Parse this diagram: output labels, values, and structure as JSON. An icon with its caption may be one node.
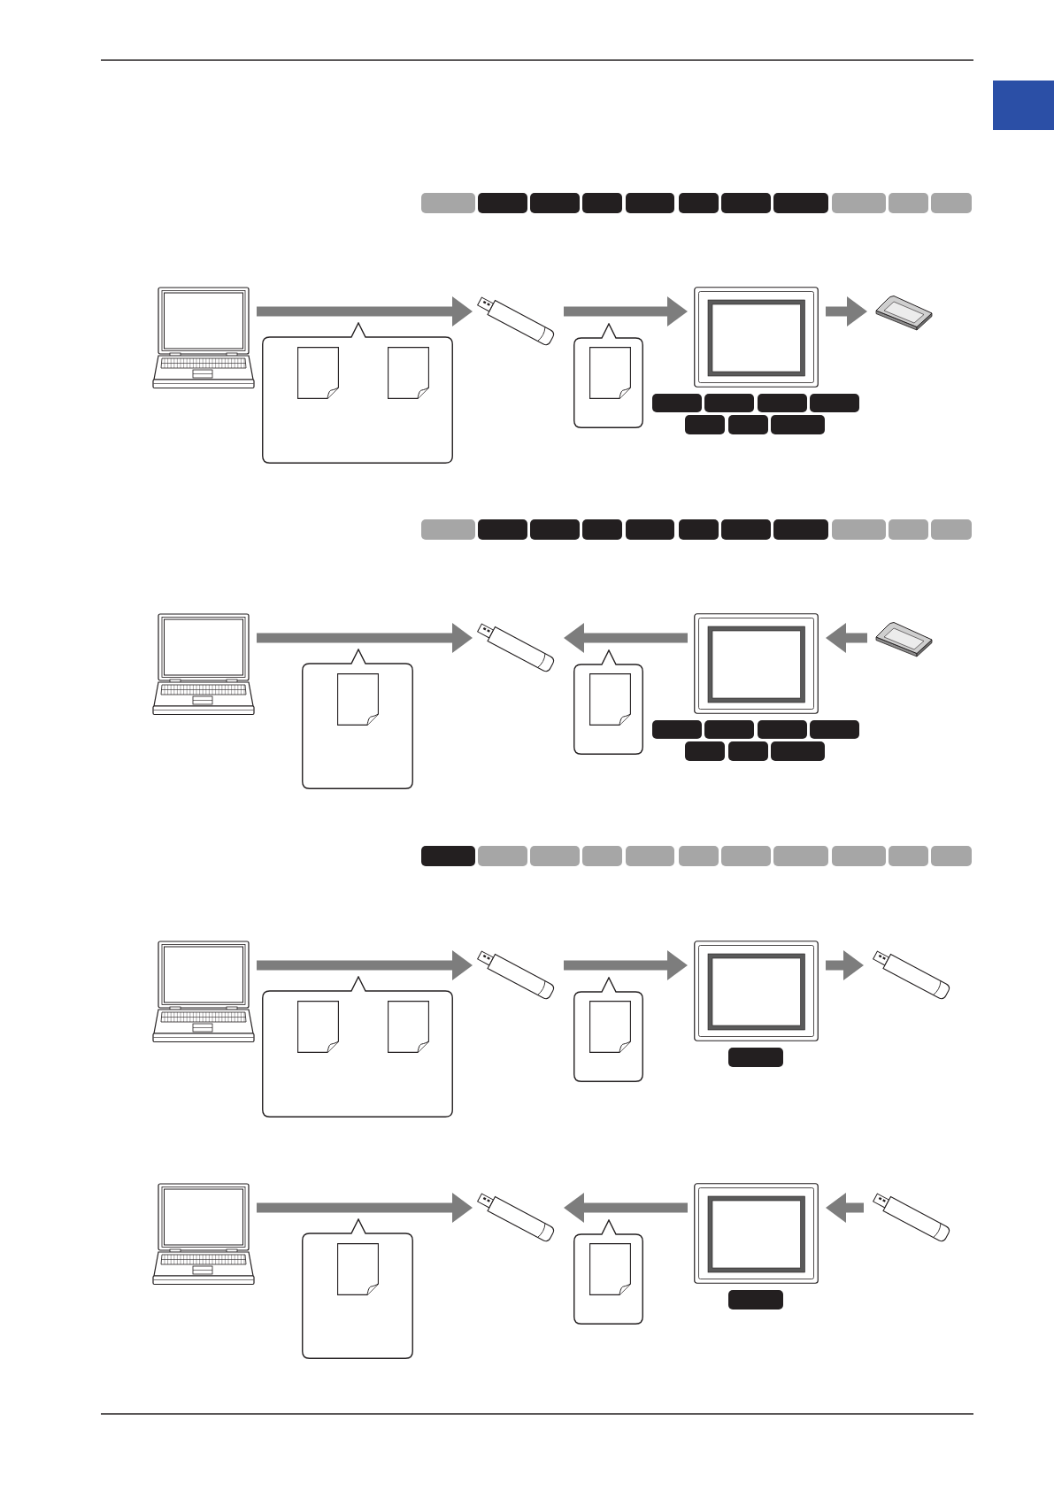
{
  "diagram": {
    "nodes": [
      {
        "text": [],
        "shape": "picture"
      },
      {
        "text": [],
        "shape": "box"
      },
      {
        "text": [],
        "shape": "picture",
        "in": 1
      },
      {
        "text": [],
        "shape": "picture",
        "in": 1
      },
      {
        "text": [],
        "shape": "picture"
      },
      {
        "text": [],
        "shape": "box"
      },
      {
        "text": [],
        "shape": "picture",
        "in": 5
      },
      {
        "text": [],
        "shape": "picture"
      },
      {
        "text": [],
        "shape": "picture"
      },
      {
        "text": [],
        "shape": "picture"
      },
      {
        "text": [],
        "shape": "box"
      },
      {
        "text": [],
        "shape": "picture",
        "in": 10
      },
      {
        "text": [],
        "shape": "picture"
      },
      {
        "text": [],
        "shape": "box"
      },
      {
        "text": [],
        "shape": "picture",
        "in": 13
      },
      {
        "text": [],
        "shape": "picture"
      },
      {
        "text": [],
        "shape": "picture"
      },
      {
        "text": [],
        "shape": "picture"
      },
      {
        "text": [],
        "shape": "box"
      },
      {
        "text": [],
        "shape": "picture",
        "in": 18
      },
      {
        "text": [],
        "shape": "picture",
        "in": 18
      },
      {
        "text": [],
        "shape": "picture"
      },
      {
        "text": [],
        "shape": "box"
      },
      {
        "text": [],
        "shape": "picture",
        "in": 22
      },
      {
        "text": [],
        "shape": "picture"
      },
      {
        "text": [],
        "shape": "picture"
      },
      {
        "text": [],
        "shape": "picture"
      },
      {
        "text": [],
        "shape": "box"
      },
      {
        "text": [],
        "shape": "picture",
        "in": 27
      },
      {
        "text": [],
        "shape": "picture"
      },
      {
        "text": [],
        "shape": "box"
      },
      {
        "text": [],
        "shape": "picture",
        "in": 30
      },
      {
        "text": [],
        "shape": "picture"
      },
      {
        "text": [],
        "shape": "picture"
      }
    ],
    "edges": [
      {
        "from": 0,
        "to": 4,
        "arrow": "to"
      },
      {
        "from": 4,
        "to": 7,
        "arrow": "to"
      },
      {
        "from": 7,
        "to": 8,
        "arrow": "to"
      },
      {
        "from": 9,
        "to": 12,
        "arrow": "to"
      },
      {
        "from": 15,
        "to": 12,
        "arrow": "to"
      },
      {
        "from": 16,
        "to": 15,
        "arrow": "to"
      },
      {
        "from": 17,
        "to": 21,
        "arrow": "to"
      },
      {
        "from": 21,
        "to": 24,
        "arrow": "to"
      },
      {
        "from": 24,
        "to": 25,
        "arrow": "to"
      },
      {
        "from": 26,
        "to": 29,
        "arrow": "to"
      },
      {
        "from": 32,
        "to": 29,
        "arrow": "to"
      },
      {
        "from": 33,
        "to": 32,
        "arrow": "to"
      }
    ]
  }
}
